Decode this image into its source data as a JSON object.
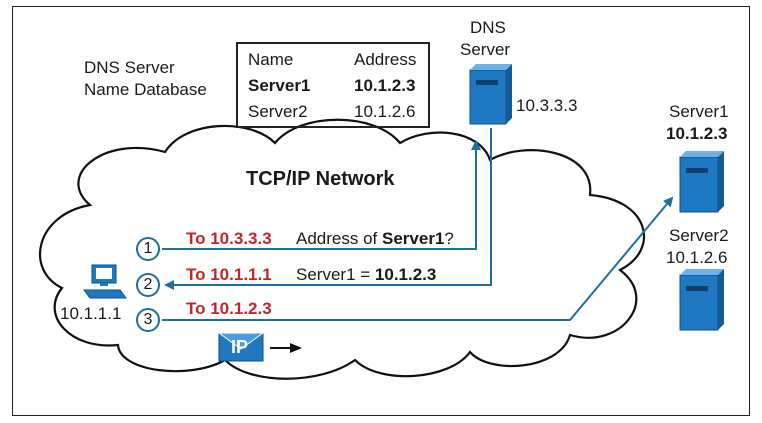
{
  "db_label": {
    "line1": "DNS Server",
    "line2": "Name Database"
  },
  "db_table": {
    "headers": [
      "Name",
      "Address"
    ],
    "rows": [
      {
        "name": "Server1",
        "address": "10.1.2.3",
        "bold": true
      },
      {
        "name": "Server2",
        "address": "10.1.2.6",
        "bold": false
      }
    ]
  },
  "dns_server": {
    "line1": "DNS",
    "line2": "Server",
    "ip": "10.3.3.3"
  },
  "network_title": "TCP/IP Network",
  "steps": [
    {
      "num": "1",
      "to": "To 10.3.3.3",
      "text_pre": "Address of ",
      "text_bold": "Server1",
      "text_post": "?"
    },
    {
      "num": "2",
      "to": "To 10.1.1.1",
      "text_pre": "Server1 = ",
      "text_bold": "10.1.2.3",
      "text_post": ""
    },
    {
      "num": "3",
      "to": "To 10.1.2.3",
      "text_pre": "",
      "text_bold": "",
      "text_post": ""
    }
  ],
  "client": {
    "ip": "10.1.1.1"
  },
  "server1": {
    "name": "Server1",
    "ip": "10.1.2.3"
  },
  "server2": {
    "name": "Server2",
    "ip": "10.1.2.6"
  },
  "packet": {
    "label": "IP"
  },
  "colors": {
    "accent": "#1d6fa0",
    "server": "#1e78c2",
    "highlight": "#c0272d"
  },
  "icons": [
    "server-icon",
    "pc-icon",
    "ip-packet-icon",
    "arrow-right-icon"
  ]
}
